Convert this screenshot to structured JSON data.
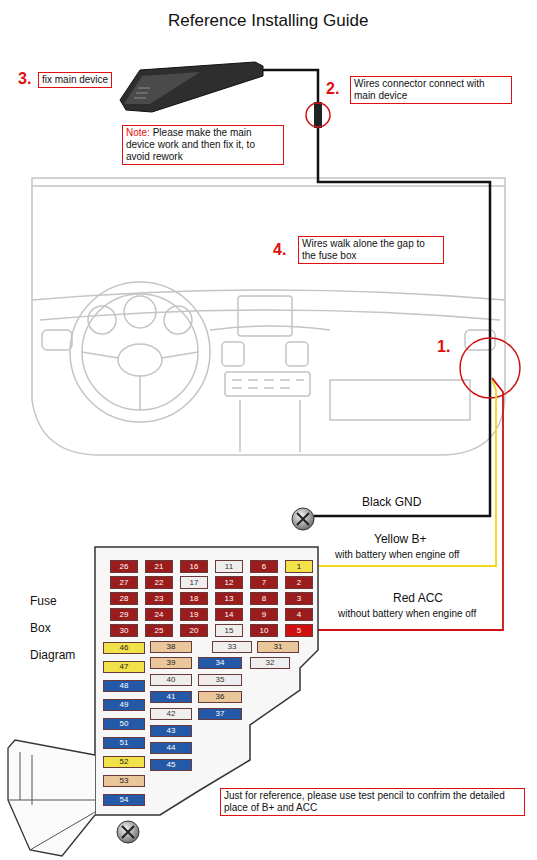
{
  "diagram": {
    "title": "Reference Installing Guide",
    "nodes": [
      {
        "text": [
          "fix main device"
        ]
      },
      {
        "text": [
          "Wires connector connect with main device"
        ]
      },
      {
        "text": [
          "Note:",
          "Please make the main device work and then fix it, to avoid rework"
        ]
      },
      {
        "text": [
          "Wires walk alone the gap to the fuse box"
        ]
      },
      {
        "text": [
          "26"
        ]
      },
      {
        "text": [
          "21"
        ]
      },
      {
        "text": [
          "16"
        ]
      },
      {
        "text": [
          "11"
        ]
      },
      {
        "text": [
          "6"
        ]
      },
      {
        "text": [
          "1"
        ]
      },
      {
        "text": [
          "27"
        ]
      },
      {
        "text": [
          "22"
        ]
      },
      {
        "text": [
          "17"
        ]
      },
      {
        "text": [
          "12"
        ]
      },
      {
        "text": [
          "7"
        ]
      },
      {
        "text": [
          "2"
        ]
      },
      {
        "text": [
          "28"
        ]
      },
      {
        "text": [
          "23"
        ]
      },
      {
        "text": [
          "18"
        ]
      },
      {
        "text": [
          "13"
        ]
      },
      {
        "text": [
          "8"
        ]
      },
      {
        "text": [
          "3"
        ]
      },
      {
        "text": [
          "29"
        ]
      },
      {
        "text": [
          "24"
        ]
      },
      {
        "text": [
          "19"
        ]
      },
      {
        "text": [
          "14"
        ]
      },
      {
        "text": [
          "9"
        ]
      },
      {
        "text": [
          "4"
        ]
      },
      {
        "text": [
          "30"
        ]
      },
      {
        "text": [
          "25"
        ]
      },
      {
        "text": [
          "20"
        ]
      },
      {
        "text": [
          "15"
        ]
      },
      {
        "text": [
          "10"
        ]
      },
      {
        "text": [
          "5"
        ]
      },
      {
        "text": [
          "38"
        ]
      },
      {
        "text": [
          "33"
        ]
      },
      {
        "text": [
          "31"
        ]
      },
      {
        "text": [
          "46"
        ]
      },
      {
        "text": [
          "39"
        ]
      },
      {
        "text": [
          "34"
        ]
      },
      {
        "text": [
          "32"
        ]
      },
      {
        "text": [
          "47"
        ]
      },
      {
        "text": [
          "40"
        ]
      },
      {
        "text": [
          "35"
        ]
      },
      {
        "text": [
          "48"
        ]
      },
      {
        "text": [
          "41"
        ]
      },
      {
        "text": [
          "36"
        ]
      },
      {
        "text": [
          "49"
        ]
      },
      {
        "text": [
          "42"
        ]
      },
      {
        "text": [
          "37"
        ]
      },
      {
        "text": [
          "50"
        ]
      },
      {
        "text": [
          "43"
        ]
      },
      {
        "text": [
          "51"
        ]
      },
      {
        "text": [
          "44"
        ]
      },
      {
        "text": [
          "52"
        ]
      },
      {
        "text": [
          "45"
        ]
      },
      {
        "text": [
          "53"
        ]
      },
      {
        "text": [
          "54"
        ]
      },
      {
        "text": [
          "Just for reference, please use test pencil to confrim the detailed place of B+ and ACC"
        ]
      }
    ],
    "labels": [
      "3.",
      "2.",
      "4.",
      "1.",
      "Black GND",
      "Yellow B+",
      "with battery when engine off",
      "Red ACC",
      "without battery when engine off",
      "Fuse",
      "Box",
      "Diagram"
    ]
  }
}
